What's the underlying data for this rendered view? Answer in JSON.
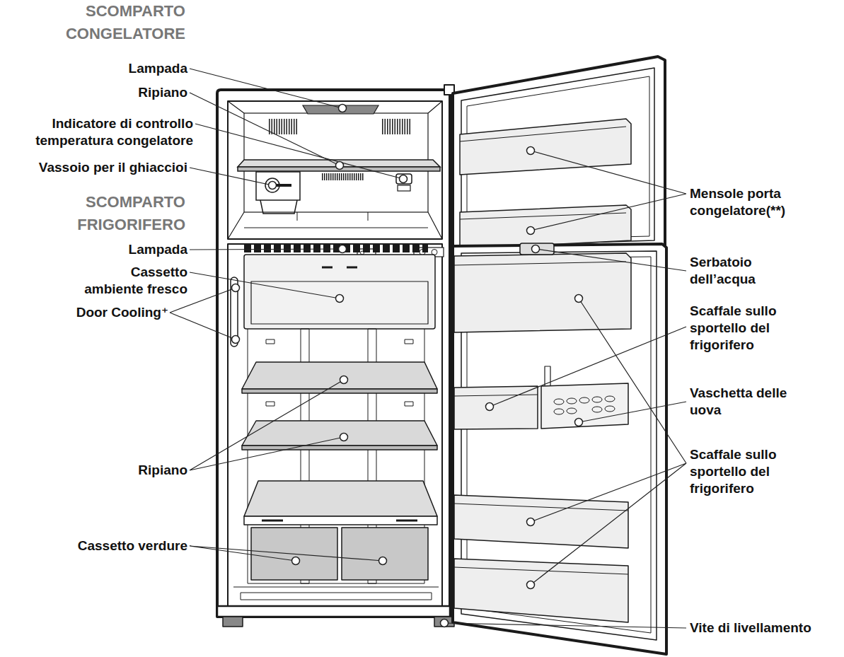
{
  "diagram": {
    "labels": [
      "SCOMPARTO CONGELATORE",
      "Lampada",
      "Ripiano",
      "Indicatore di controllo temperatura congelatore",
      "Vassoio per il ghiaccioi",
      "SCOMPARTO FRIGORIFERO",
      "Lampada",
      "Cassetto ambiente fresco",
      "Door Cooling⁺",
      "Ripiano",
      "Cassetto verdure",
      "Mensole porta congelatore(**)",
      "Serbatoio dell’acqua",
      "Scaffale sullo sportello del frigorifero",
      "Vaschetta delle uova",
      "Scaffale sullo sportello del frigorifero",
      "Vite di livellamento"
    ]
  }
}
